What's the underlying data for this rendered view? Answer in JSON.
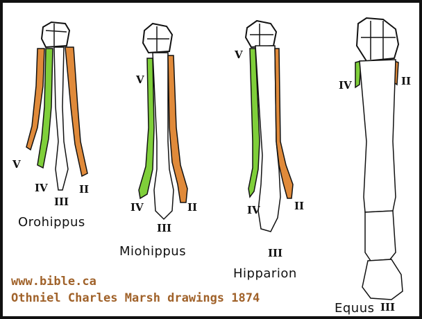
{
  "specimens": [
    {
      "name": "Orohippus",
      "digits": {
        "left_outer": "V",
        "left": "IV",
        "center": "III",
        "right": "II"
      }
    },
    {
      "name": "Miohippus",
      "digits": {
        "left": "V",
        "lower_left": "IV",
        "center": "III",
        "right": "II"
      }
    },
    {
      "name": "Hipparion",
      "digits": {
        "left": "V",
        "lower_left": "IV",
        "center": "III",
        "right": "II"
      }
    },
    {
      "name": "Equus",
      "digits": {
        "left": "IV",
        "center": "III",
        "right": "II"
      }
    }
  ],
  "credits": {
    "website": "www.bible.ca",
    "attribution": "Othniel Charles Marsh drawings 1874"
  },
  "colors": {
    "digit_ii": "#e08a3a",
    "digit_iv": "#7fcf3a",
    "credit_text": "#a0622a",
    "frame": "#111111"
  }
}
